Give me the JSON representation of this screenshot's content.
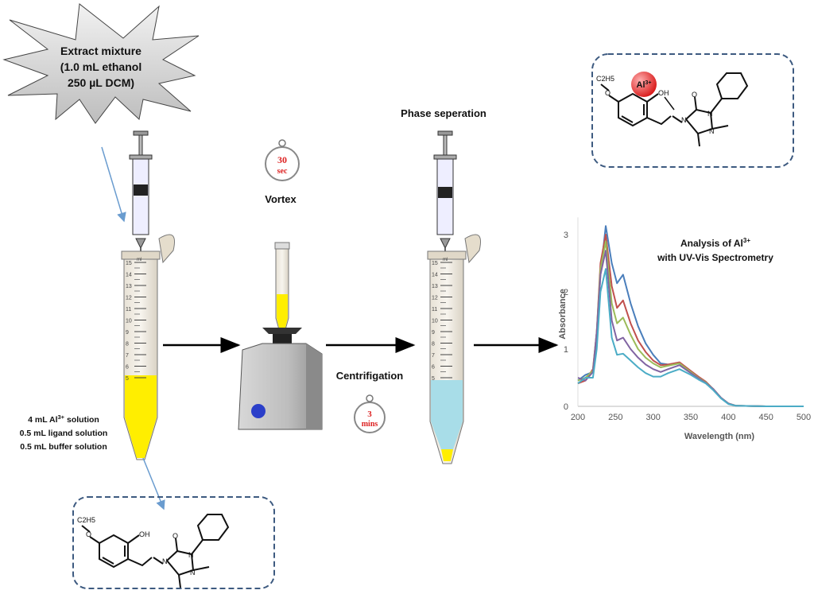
{
  "starburst": {
    "lines": [
      "Extract mixture",
      "(1.0 mL ethanol",
      "250 µL DCM)"
    ]
  },
  "solution_labels": {
    "line1_pre": "4 mL Al",
    "line1_sup": "3+",
    "line1_post": " solution",
    "line2": "0.5 mL ligand solution",
    "line3": "0.5 mL buffer solution"
  },
  "vortex": {
    "timer_value": "30",
    "timer_unit": "sec",
    "label": "Vortex"
  },
  "centrifugation": {
    "label": "Centrifigation",
    "timer_value": "3",
    "timer_unit": "mins"
  },
  "phase_separation": {
    "label": "Phase seperation"
  },
  "tube_scale": [
    "15",
    "14",
    "13",
    "12",
    "11",
    "10",
    "9",
    "8",
    "7",
    "6",
    "5"
  ],
  "tube_unit": "ml",
  "ligand_structure": {
    "atoms": {
      "ethyl": "C2H5",
      "methoxy_o": "O",
      "oh": "OH",
      "n_imine": "N",
      "carbonyl_o": "O",
      "n1": "N",
      "n2": "N"
    }
  },
  "complex_structure": {
    "ion": "Al",
    "ion_charge": "3+",
    "atoms": {
      "ethyl": "C2H5",
      "methoxy_o": "O",
      "oh": "OH",
      "n_imine": "N",
      "carbonyl_o": "O",
      "n1": "N",
      "n2": "N"
    }
  },
  "colors": {
    "extract": "#ffee00",
    "aqueous_phase": "#a8dde8",
    "arrow": "#000000",
    "pointer_arrow": "#6a9ccf",
    "dashed_box": "#3d5a80",
    "al_ion": "#e02020",
    "vortex_button": "#2b3fc9"
  },
  "chart_data": {
    "type": "line",
    "title_pre": "Analysis of Al",
    "title_sup": "3+",
    "title_line2": "with UV-Vis Spectrometry",
    "xlabel": "Wavelength (nm)",
    "ylabel": "Absorbance",
    "xlim": [
      200,
      500
    ],
    "ylim": [
      0,
      3.3
    ],
    "xticks": [
      200,
      250,
      300,
      350,
      400,
      450,
      500
    ],
    "yticks": [
      0,
      1,
      2,
      3
    ],
    "grid": false,
    "x": [
      200,
      210,
      220,
      225,
      230,
      237,
      245,
      252,
      260,
      270,
      280,
      290,
      300,
      310,
      320,
      335,
      350,
      360,
      370,
      380,
      390,
      400,
      410,
      450,
      500
    ],
    "series": [
      {
        "color": "#4a7ebb",
        "values": [
          0.45,
          0.55,
          0.6,
          1.2,
          2.3,
          3.15,
          2.5,
          2.15,
          2.3,
          1.8,
          1.4,
          1.1,
          0.9,
          0.75,
          0.73,
          0.76,
          0.6,
          0.5,
          0.42,
          0.3,
          0.15,
          0.05,
          0.01,
          0,
          0
        ]
      },
      {
        "color": "#c0504d",
        "values": [
          0.4,
          0.45,
          0.65,
          1.3,
          2.5,
          3.0,
          2.1,
          1.72,
          1.85,
          1.45,
          1.15,
          0.95,
          0.8,
          0.72,
          0.73,
          0.77,
          0.62,
          0.52,
          0.43,
          0.3,
          0.15,
          0.05,
          0.01,
          0,
          0
        ]
      },
      {
        "color": "#9bbb59",
        "values": [
          0.45,
          0.5,
          0.62,
          1.3,
          2.4,
          2.88,
          1.8,
          1.45,
          1.55,
          1.25,
          1.0,
          0.85,
          0.75,
          0.68,
          0.71,
          0.75,
          0.6,
          0.5,
          0.42,
          0.3,
          0.15,
          0.05,
          0.01,
          0,
          0
        ]
      },
      {
        "color": "#8064a2",
        "values": [
          0.5,
          0.45,
          0.6,
          1.3,
          2.3,
          2.72,
          1.5,
          1.15,
          1.2,
          1.0,
          0.85,
          0.73,
          0.65,
          0.6,
          0.65,
          0.72,
          0.58,
          0.49,
          0.41,
          0.3,
          0.15,
          0.05,
          0.01,
          0,
          0
        ]
      },
      {
        "color": "#4bacc6",
        "values": [
          0.4,
          0.5,
          0.5,
          1.0,
          2.0,
          2.4,
          1.2,
          0.9,
          0.92,
          0.8,
          0.68,
          0.58,
          0.52,
          0.52,
          0.58,
          0.65,
          0.55,
          0.47,
          0.4,
          0.28,
          0.14,
          0.04,
          0.01,
          0,
          0
        ]
      }
    ]
  }
}
